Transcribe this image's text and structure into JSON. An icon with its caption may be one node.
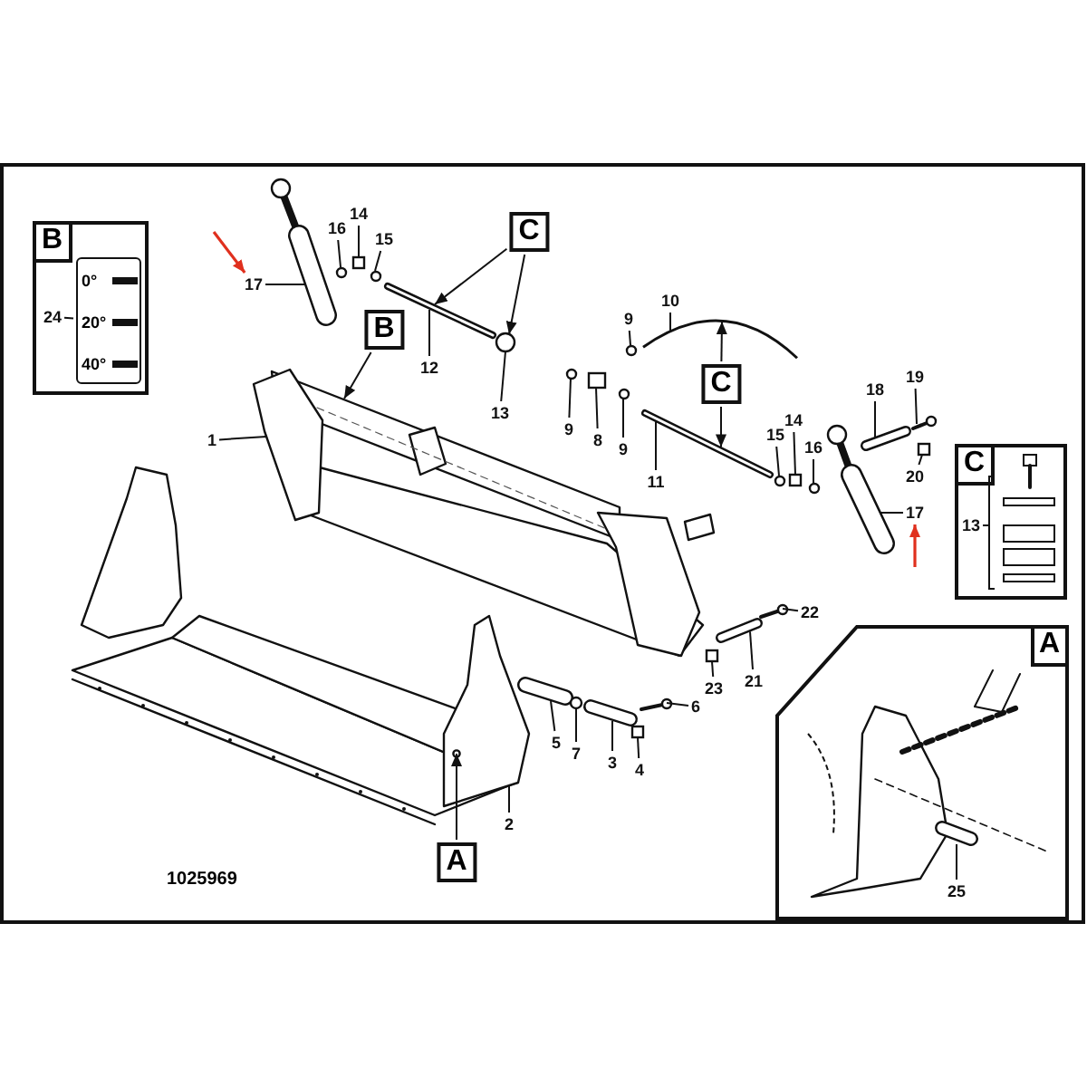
{
  "diagram": {
    "nodes": [
      {
        "text": [
          "B"
        ]
      },
      {
        "text": [
          "24"
        ],
        "in": 0
      },
      {
        "text": [
          "C"
        ]
      },
      {
        "text": [
          "13"
        ],
        "in": 2
      },
      {
        "text": [
          "A"
        ]
      },
      {
        "text": [
          "25"
        ],
        "in": 4
      },
      {
        "text": [
          "17"
        ]
      },
      {
        "text": [
          "16"
        ]
      },
      {
        "text": [
          "14"
        ]
      },
      {
        "text": [
          "15"
        ]
      },
      {
        "text": [
          "12"
        ]
      },
      {
        "text": [
          "13"
        ]
      },
      {
        "text": [
          "9"
        ]
      },
      {
        "text": [
          "10"
        ]
      },
      {
        "text": [
          "8"
        ]
      },
      {
        "text": [
          "9"
        ]
      },
      {
        "text": [
          "9"
        ]
      },
      {
        "text": [
          "11"
        ]
      },
      {
        "text": [
          "15"
        ]
      },
      {
        "text": [
          "14"
        ]
      },
      {
        "text": [
          "16"
        ]
      },
      {
        "text": [
          "18"
        ]
      },
      {
        "text": [
          "19"
        ]
      },
      {
        "text": [
          "20"
        ]
      },
      {
        "text": [
          "17"
        ]
      },
      {
        "text": [
          "1"
        ]
      },
      {
        "text": [
          "22"
        ]
      },
      {
        "text": [
          "23"
        ]
      },
      {
        "text": [
          "21"
        ]
      },
      {
        "text": [
          "5"
        ]
      },
      {
        "text": [
          "7"
        ]
      },
      {
        "text": [
          "3"
        ]
      },
      {
        "text": [
          "6"
        ]
      },
      {
        "text": [
          "4"
        ]
      },
      {
        "text": [
          "2"
        ]
      },
      {
        "text": [
          "C"
        ]
      },
      {
        "text": [
          "B"
        ]
      },
      {
        "text": [
          "C"
        ]
      },
      {
        "text": [
          "A"
        ]
      },
      {
        "text": [],
        "shape": "box",
        "in": 0
      },
      {
        "text": [],
        "shape": "picture"
      },
      {
        "text": [],
        "shape": "circle"
      },
      {
        "text": [],
        "shape": "box"
      },
      {
        "text": [],
        "shape": "circle"
      },
      {
        "text": [],
        "shape": "picture"
      },
      {
        "text": [],
        "shape": "circle"
      },
      {
        "text": [],
        "shape": "circle"
      },
      {
        "text": [],
        "shape": "picture"
      },
      {
        "text": [],
        "shape": "box"
      },
      {
        "text": [],
        "shape": "circle"
      },
      {
        "text": [],
        "shape": "circle"
      },
      {
        "text": [],
        "shape": "picture"
      },
      {
        "text": [],
        "shape": "circle"
      },
      {
        "text": [],
        "shape": "box"
      },
      {
        "text": [],
        "shape": "circle"
      },
      {
        "text": [],
        "shape": "picture"
      },
      {
        "text": [],
        "shape": "picture"
      },
      {
        "text": [],
        "shape": "box"
      },
      {
        "text": [],
        "shape": "picture"
      },
      {
        "text": [],
        "shape": "picture"
      },
      {
        "text": [],
        "shape": "picture"
      },
      {
        "text": [],
        "shape": "box"
      },
      {
        "text": [],
        "shape": "picture"
      },
      {
        "text": [],
        "shape": "picture"
      },
      {
        "text": [],
        "shape": "circle"
      },
      {
        "text": [],
        "shape": "picture"
      },
      {
        "text": [],
        "shape": "picture"
      },
      {
        "text": [],
        "shape": "box"
      },
      {
        "text": [],
        "shape": "picture"
      },
      {
        "text": [],
        "shape": "picture",
        "in": 2
      },
      {
        "text": [],
        "shape": "picture",
        "in": 4
      }
    ],
    "edges": [
      {
        "from": 1,
        "to": 39,
        "arrow": "none"
      },
      {
        "from": 3,
        "to": 69,
        "arrow": "none"
      },
      {
        "from": 5,
        "to": 70,
        "arrow": "none"
      },
      {
        "from": 6,
        "to": 40,
        "arrow": "none"
      },
      {
        "from": 7,
        "to": 41,
        "arrow": "none"
      },
      {
        "from": 8,
        "to": 42,
        "arrow": "none"
      },
      {
        "from": 9,
        "to": 43,
        "arrow": "none"
      },
      {
        "from": 10,
        "to": 44,
        "arrow": "none"
      },
      {
        "from": 11,
        "to": 45,
        "arrow": "none"
      },
      {
        "from": 12,
        "to": 46,
        "arrow": "none"
      },
      {
        "from": 13,
        "to": 47,
        "arrow": "none"
      },
      {
        "from": 14,
        "to": 48,
        "arrow": "none"
      },
      {
        "from": 15,
        "to": 49,
        "arrow": "none"
      },
      {
        "from": 16,
        "to": 50,
        "arrow": "none"
      },
      {
        "from": 17,
        "to": 51,
        "arrow": "none"
      },
      {
        "from": 18,
        "to": 52,
        "arrow": "none"
      },
      {
        "from": 19,
        "to": 53,
        "arrow": "none"
      },
      {
        "from": 20,
        "to": 54,
        "arrow": "none"
      },
      {
        "from": 21,
        "to": 55,
        "arrow": "none"
      },
      {
        "from": 22,
        "to": 56,
        "arrow": "none"
      },
      {
        "from": 23,
        "to": 57,
        "arrow": "none"
      },
      {
        "from": 24,
        "to": 58,
        "arrow": "none"
      },
      {
        "from": 25,
        "to": 59,
        "arrow": "none"
      },
      {
        "from": 26,
        "to": 60,
        "arrow": "none"
      },
      {
        "from": 27,
        "to": 61,
        "arrow": "none"
      },
      {
        "from": 28,
        "to": 62,
        "arrow": "none"
      },
      {
        "from": 29,
        "to": 63,
        "arrow": "none"
      },
      {
        "from": 30,
        "to": 64,
        "arrow": "none"
      },
      {
        "from": 31,
        "to": 65,
        "arrow": "none"
      },
      {
        "from": 32,
        "to": 66,
        "arrow": "none"
      },
      {
        "from": 33,
        "to": 67,
        "arrow": "none"
      },
      {
        "from": 34,
        "to": 68,
        "arrow": "none"
      },
      {
        "from": 35,
        "to": 44,
        "arrow": "to"
      },
      {
        "from": 35,
        "to": 45,
        "arrow": "to"
      },
      {
        "from": 36,
        "to": 59,
        "arrow": "to"
      },
      {
        "from": 37,
        "to": 47,
        "arrow": "to"
      },
      {
        "from": 37,
        "to": 51,
        "arrow": "to"
      },
      {
        "from": 38,
        "to": 68,
        "arrow": "to"
      },
      {
        "from": null,
        "to": 6,
        "arrow": "to",
        "color": "#e0301e"
      },
      {
        "from": null,
        "to": 24,
        "arrow": "to",
        "color": "#e0301e"
      }
    ],
    "labels": [
      "0°",
      "20°",
      "40°",
      "1025969"
    ]
  }
}
